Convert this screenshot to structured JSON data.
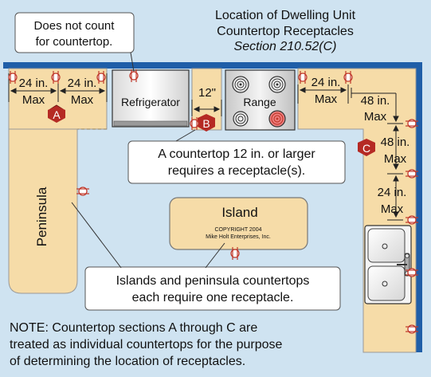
{
  "title": {
    "line1": "Location of Dwelling Unit",
    "line2": "Countertop Receptacles",
    "line3": "Section 210.52(C)"
  },
  "callouts": {
    "not_count_line1": "Does not count",
    "not_count_line2": "for countertop.",
    "countertop12_line1": "A countertop 12 in. or larger",
    "countertop12_line2": "requires a receptacle(s).",
    "island_peninsula_line1": "Islands and peninsula countertops",
    "island_peninsula_line2": "each require one receptacle."
  },
  "appliances": {
    "refrigerator": "Refrigerator",
    "range": "Range"
  },
  "island": {
    "label": "Island",
    "copyright_line1": "COPYRIGHT 2004",
    "copyright_line2": "Mike Holt Enterprises, Inc."
  },
  "peninsula_label": "Peninsula",
  "section_markers": [
    "A",
    "B",
    "C"
  ],
  "dimensions": {
    "a_left_value": "24 in.",
    "a_left_unit": "Max",
    "a_right_value": "24 in.",
    "a_right_unit": "Max",
    "b_gap": "12\"",
    "right_top_value": "24 in.",
    "right_top_unit": "Max",
    "right_48a_value": "48 in.",
    "right_48a_unit": "Max",
    "right_48b_value": "48 in.",
    "right_48b_unit": "Max",
    "right_24_value": "24 in.",
    "right_24_unit": "Max"
  },
  "note": {
    "line1": "NOTE: Countertop sections A through C are",
    "line2": "treated as individual countertops for the purpose",
    "line3": "of determining the location of receptacles."
  },
  "colors": {
    "background": "#cfe3f1",
    "wall": "#1f5ea8",
    "countertop": "#f6dca8",
    "marker": "#b52a24",
    "receptacle": "#c0392b"
  }
}
